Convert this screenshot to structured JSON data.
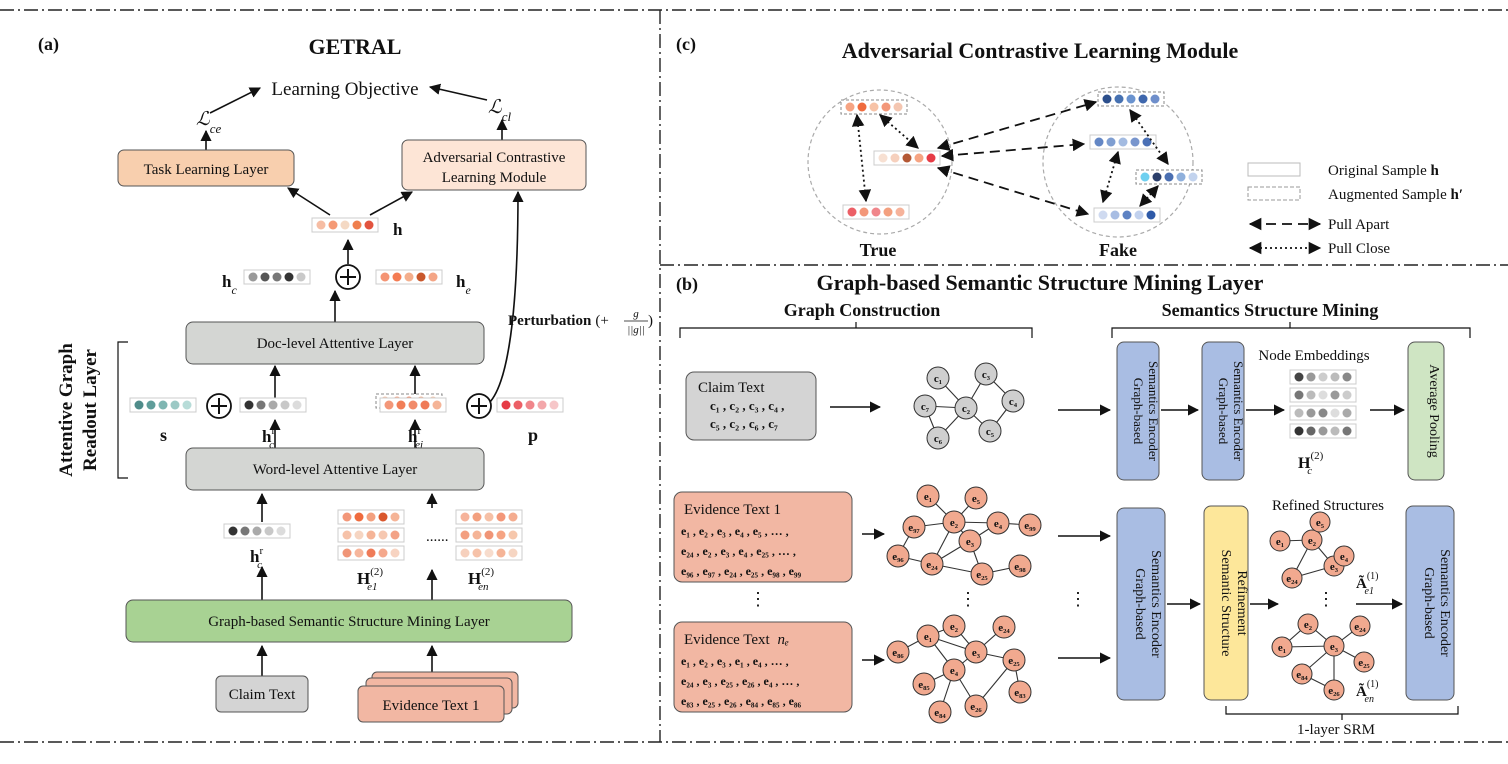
{
  "panels": {
    "a": {
      "tag": "(a)",
      "title": "GETRAL"
    },
    "b": {
      "tag": "(b)",
      "title": "Graph-based Semantic Structure Mining Layer"
    },
    "c": {
      "tag": "(c)",
      "title": "Adversarial Contrastive Learning Module"
    }
  },
  "getral": {
    "learning_objective": "Learning Objective",
    "loss_ce_main": "ℒ",
    "loss_ce_sub": "ce",
    "loss_cl_main": "ℒ",
    "loss_cl_sub": "cl",
    "task_layer": "Task Learning Layer",
    "acl_line1": "Adversarial Contrastive",
    "acl_line2": "Learning Module",
    "h": "h",
    "hc": "h",
    "hc_sub": "c",
    "he": "h",
    "he_sub": "e",
    "perturbation": "Perturbation",
    "perturb_formula": "(+",
    "perturb_num": "g",
    "perturb_den": "||g||",
    "perturb_close": ")",
    "doc_layer": "Doc-level Attentive Layer",
    "word_layer": "Word-level Attentive Layer",
    "readout_line1": "Attentive Graph",
    "readout_line2": "Readout Layer",
    "s": "s",
    "p": "p",
    "hcr": "h",
    "hcr_sup": "r",
    "hcr_sub": "c",
    "heir": "h",
    "heir_sup": "r",
    "heir_sub": "ei",
    "He1": "H",
    "He1_sup": "(2)",
    "He1_sub": "e1",
    "Hen": "H",
    "Hen_sup": "(2)",
    "Hen_sub": "en",
    "dots": "......",
    "mining_layer": "Graph-based Semantic Structure Mining Layer",
    "claim_text": "Claim Text",
    "evidence_text": "Evidence Text 1"
  },
  "acl": {
    "true_label": "True",
    "fake_label": "Fake",
    "legend": {
      "original": "Original Sample ",
      "original_sym": "h",
      "augmented": "Augmented Sample ",
      "augmented_sym": "h′",
      "pull_apart": "Pull Apart",
      "pull_close": "Pull Close"
    }
  },
  "gsm": {
    "graph_construction": "Graph Construction",
    "semantics_mining": "Semantics Structure Mining",
    "claim_box": {
      "title": "Claim Text",
      "line1": "c₁ , c₂ , c₃ , c₄ ,",
      "line2": "c₅ , c₂ , c₆ , c₇"
    },
    "evidence1_box": {
      "title": "Evidence Text 1",
      "line1": "e₁ , e₂ , e₃ , e₄ , e₅ , … ,",
      "line2": "e₂₄ , e₂ , e₃ , e₄ , e₂₅ , … ,",
      "line3": "e₉₆ , e₉₇ , e₂₄ , e₂₅ , e₉₈ , e₉₉"
    },
    "evidence_n_box": {
      "title": "Evidence Text ",
      "title_sub": "nₑ",
      "line1": "e₁ , e₂ , e₃ , e₁ , e₄ , … ,",
      "line2": "e₂₄ , e₃ , e₂₅ , e₂₆ , e₄ , … ,",
      "line3": "e₈₃ , e₂₅ , e₂₆ , e₈₄ , e₈₅ , e₈₆"
    },
    "claim_nodes": [
      "c₁",
      "c₂",
      "c₃",
      "c₄",
      "c₅",
      "c₆",
      "c₇"
    ],
    "ev1_nodes": [
      "e₁",
      "e₂",
      "e₃",
      "e₄",
      "e₅",
      "e₂₄",
      "e₂₅",
      "e₉₆",
      "e₉₇",
      "e₉₈",
      "e₉₉"
    ],
    "evn_nodes": [
      "e₁",
      "e₂",
      "e₃",
      "e₄",
      "e₂₄",
      "e₂₅",
      "e₂₆",
      "e₈₃",
      "e₈₄",
      "e₈₅",
      "e₈₆"
    ],
    "ref1_nodes": [
      "e₁",
      "e₂",
      "e₃",
      "e₄",
      "e₅",
      "e₂₄"
    ],
    "ref2_nodes": [
      "e₁",
      "e₂",
      "e₃",
      "e₂₄",
      "e₂₅",
      "e₂₆",
      "e₈₄"
    ],
    "encoder_line1": "Graph-based",
    "encoder_line2": "Semantics Encoder",
    "refine_line1": "Semantic Structure",
    "refine_line2": "Refinement",
    "node_embeddings": "Node Embeddings",
    "Hc": "H",
    "Hc_sup": "(2)",
    "Hc_sub": "c",
    "avg_pooling": "Average Pooling",
    "refined_structures": "Refined Structures",
    "Ae1": "Ã",
    "Ae1_sup": "(1)",
    "Ae1_sub": "e1",
    "Aen": "Ã",
    "Aen_sup": "(1)",
    "Aen_sub": "en",
    "srm": "1-layer SRM",
    "vdots": "⋮"
  },
  "colors": {
    "task": "#f8cfae",
    "acl": "#fde5d6",
    "gray_layer": "#d4d6d3",
    "green_layer": "#a8d293",
    "claim_box": "#d4d4d4",
    "evidence_box": "#f2b7a3",
    "node_claim": "#cfcfcf",
    "node_evidence": "#f1a98f",
    "encoder": "#a9bde3",
    "refine": "#fde79a",
    "pool": "#cfe5c3"
  }
}
